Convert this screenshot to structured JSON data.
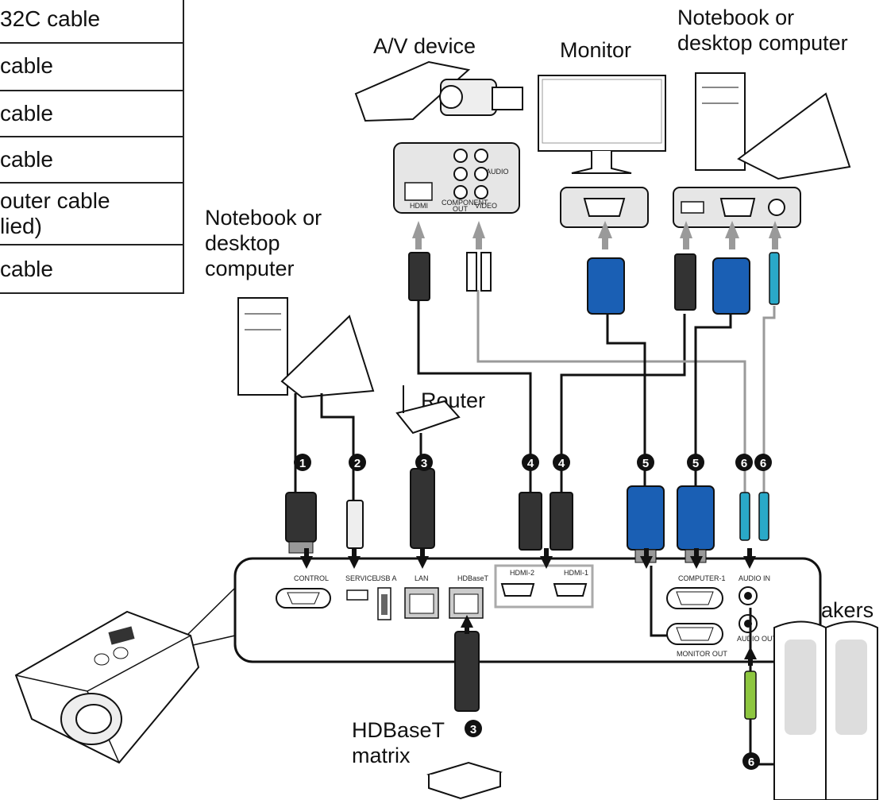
{
  "legend": {
    "row1": "32C cable",
    "row2": "cable",
    "row3": "cable",
    "row4": " cable",
    "row5a": "outer cable",
    "row5b": "lied)",
    "row6": " cable"
  },
  "labels": {
    "av_device": "A/V device",
    "monitor": "Monitor",
    "notebook_top": "Notebook or\ndesktop computer",
    "notebook_left": "Notebook or\ndesktop\ncomputer",
    "router": "Router",
    "hdbaset_matrix": "HDBaseT\nmatrix",
    "speakers": "Speakers"
  },
  "ports": {
    "control": "CONTROL",
    "service": "SERVICE",
    "usb_a": "USB A",
    "lan": "LAN",
    "hdbaset": "HDBaseT",
    "hdmi2": "HDMI-2",
    "hdmi1": "HDMI-1",
    "computer1": "COMPUTER-1",
    "monitor_out": "MONITOR OUT",
    "audio_in": "AUDIO IN",
    "audio_out": "AUDIO OUT"
  },
  "av_panel": {
    "hdmi": "HDMI",
    "out": "OUT",
    "component": "COMPONENT",
    "video": "VIDEO",
    "audio": "AUDIO"
  },
  "numbers": {
    "n1": "1",
    "n2": "2",
    "n3": "3",
    "n4": "4",
    "n5": "5",
    "n6": "6"
  },
  "colors": {
    "vga_blue": "#1a5fb4",
    "audio_green": "#2aa9c8",
    "speaker_green": "#8dc63f",
    "cable_gray": "#9a9a9a",
    "line_black": "#111111"
  }
}
